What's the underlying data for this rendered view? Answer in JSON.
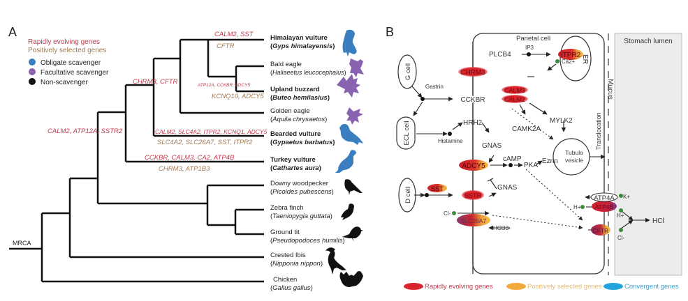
{
  "panel_a": {
    "label": "A",
    "legend": {
      "rapid_label": "Rapidly evolving genes",
      "positive_label": "Positively selected genes",
      "categories": [
        {
          "label": "Obligate scavenger",
          "color": "#3a7ebf"
        },
        {
          "label": "Facultative scavenger",
          "color": "#8a63b0"
        },
        {
          "label": "Non-scavenger",
          "color": "#111111"
        }
      ]
    },
    "root_label": "MRCA",
    "colors": {
      "rapid": "#c0394b",
      "positive": "#a07a55"
    },
    "taxa": [
      {
        "common": "Himalayan vulture",
        "latin": "Gyps himalayensis",
        "bold": true,
        "category": "obligate"
      },
      {
        "common": "Bald eagle",
        "latin": "Haliaeetus leucocephalus",
        "bold": false,
        "category": "facultative"
      },
      {
        "common": "Upland buzzard",
        "latin": "Buteo hemilasius",
        "bold": true,
        "category": "facultative"
      },
      {
        "common": "Golden eagle",
        "latin": "Aquila chrysaetos",
        "bold": false,
        "category": "facultative"
      },
      {
        "common": "Bearded vulture",
        "latin": "Gypaetus barbatus",
        "bold": true,
        "category": "obligate"
      },
      {
        "common": "Turkey vulture",
        "latin": "Cathartes aura",
        "bold": true,
        "category": "obligate"
      },
      {
        "common": "Downy woodpecker",
        "latin": "Picoides pubescens",
        "bold": false,
        "category": "non"
      },
      {
        "common": "Zebra finch",
        "latin": "Taeniopygia guttata",
        "bold": false,
        "category": "non"
      },
      {
        "common": "Ground tit",
        "latin": "Pseudopodoces humilis",
        "bold": false,
        "category": "non"
      },
      {
        "common": "Crested Ibis",
        "latin": "Nipponia nippon",
        "bold": false,
        "category": "non"
      },
      {
        "common": "Chicken",
        "latin": "Gallus gallus",
        "bold": false,
        "category": "non"
      }
    ],
    "branch_labels": {
      "himalayan_rapid": "CALM2, SST",
      "himalayan_positive": "CFTR",
      "buzzard_rapid": "ATP12A, CCKBR, ADCY5",
      "buzzard_positive": "KCNQ10, ADCY5",
      "accipitridae_rapid": "CHRM3, CFTR",
      "bearded_rapid": "CALM2, SLC4A2, ITPR2, KCNQ1, ADCY5",
      "bearded_positive": "SLC4A2, SLC26A7, SST, ITPR2",
      "scavenger_clade_rapid": "CALM2, ATP12A, SSTR2",
      "turkey_rapid": "CCKBR, CALM3, CA2, ATP4B",
      "turkey_positive": "CHRM3, ATP1B3"
    }
  },
  "panel_b": {
    "label": "B",
    "parietal_cell": "Parietal cell",
    "stomach_lumen": "Stomach lumen",
    "mucus": "Mucus",
    "translocation": "Translocation",
    "er": "ER",
    "cells": {
      "g_cell": "G cell",
      "ecl_cell": "ECL cell",
      "d_cell": "D cell"
    },
    "molecules": {
      "gastrin": "Gastrin",
      "histamine": "Histamine",
      "plcb4": "PLCB4",
      "ip3": "IP3",
      "ca2": "Ca2+",
      "cckbr": "CCKBR",
      "hrh2": "HRH2",
      "gnas1": "GNAS",
      "gnas2": "GNAS",
      "camp": "cAMP",
      "pka": "PKA",
      "ezrin": "Ezrin",
      "camk2a": "CAMK2A",
      "mylk2": "MYLK2",
      "tubulo": "Tubulo",
      "vesicle": "vesicle",
      "atp4a": "ATP4A",
      "k_plus": "K+",
      "h_plus_in": "H+",
      "h_plus_out": "H+",
      "cl_in": "Cl-",
      "cl_out": "Cl-",
      "hcl": "HCl",
      "hco3": "HCO3-"
    },
    "genes": {
      "chrm3": "CHRM3",
      "itpr2": "ITPR2",
      "calm3": "CALM3",
      "calm2": "CALM2",
      "adcy5": "ADCY5",
      "sst": "SST",
      "sstr": "SSTR",
      "slc26a7": "SLC26A7",
      "atp4b": "ATP4B",
      "cftr": "CFTR"
    },
    "legend": [
      {
        "label": "Rapidly evolving genes",
        "color": "#d9262e"
      },
      {
        "label": "Positively selected genes",
        "color": "#f2a93b"
      },
      {
        "label": "Convergent genes",
        "color": "#21a3dc"
      }
    ]
  }
}
